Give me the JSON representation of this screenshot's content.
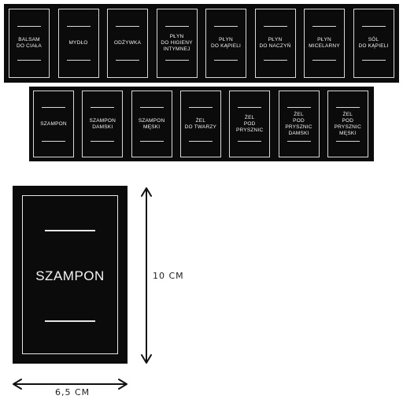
{
  "strip_top": [
    {
      "text": "BALSAM\nDO CIAŁA"
    },
    {
      "text": "MYDŁO"
    },
    {
      "text": "ODŻYWKA"
    },
    {
      "text": "PŁYN\nDO HIGIENY\nINTYMNEJ"
    },
    {
      "text": "PŁYN\nDO KĄPIELI"
    },
    {
      "text": "PŁYN\nDO NACZYŃ"
    },
    {
      "text": "PŁYN\nMICELARNY"
    },
    {
      "text": "SÓL\nDO KĄPIELI"
    }
  ],
  "strip_bottom": [
    {
      "text": "SZAMPON"
    },
    {
      "text": "SZAMPON\nDAMSKI"
    },
    {
      "text": "SZAMPON\nMĘSKI"
    },
    {
      "text": "ŻEL\nDO TWARZY"
    },
    {
      "text": "ŻEL\nPOD PRYSZNIC"
    },
    {
      "text": "ŻEL\nPOD PRYSZNIC\nDAMSKI"
    },
    {
      "text": "ŻEL\nPOD PRYSZNIC\nMĘSKI"
    }
  ],
  "big_label": {
    "text": "SZAMPON"
  },
  "dimensions": {
    "height": "10 CM",
    "width": "6,5 CM"
  },
  "colors": {
    "label_bg": "#0b0b0b",
    "label_line": "#d8d8d8",
    "page_bg": "#ffffff"
  }
}
